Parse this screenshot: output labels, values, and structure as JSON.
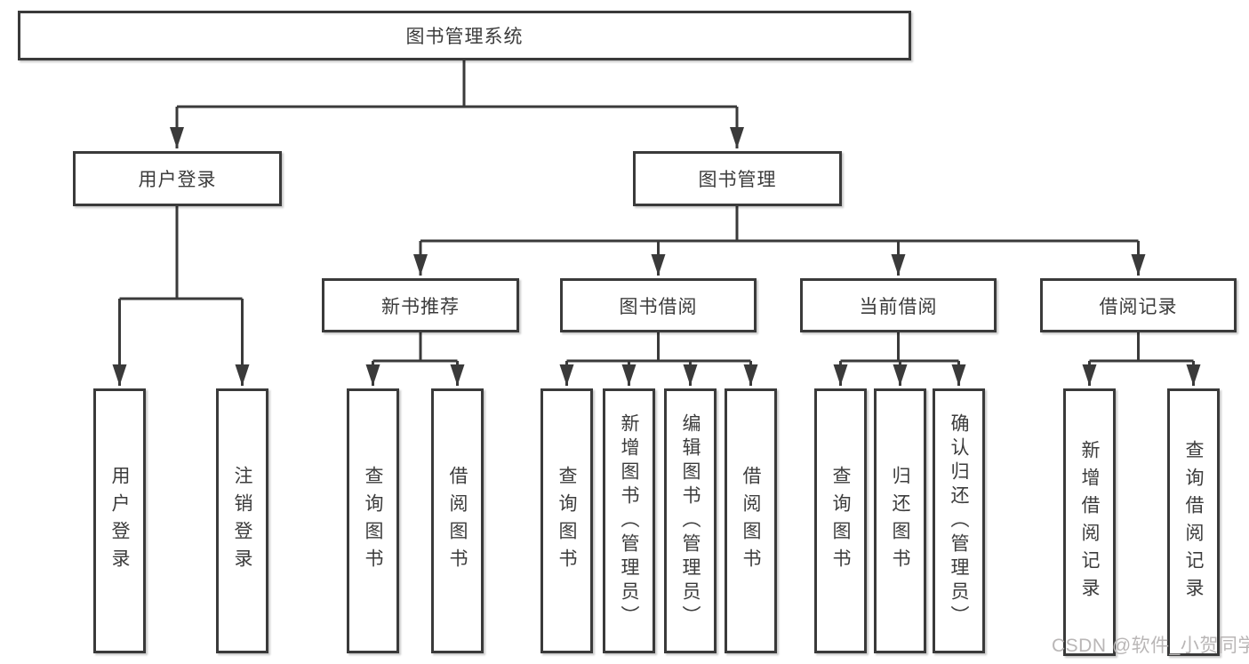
{
  "diagram": {
    "title": "图书管理系统",
    "nodes": {
      "root": {
        "label": "图书管理系统"
      },
      "user_login": {
        "label": "用户登录",
        "children": {
          "login": {
            "label": "用户登录"
          },
          "logout": {
            "label": "注销登录"
          }
        }
      },
      "book_management": {
        "label": "图书管理",
        "children": {
          "new_book_rec": {
            "label": "新书推荐",
            "children": {
              "query_books": {
                "label": "查询图书"
              },
              "borrow_books": {
                "label": "借阅图书"
              }
            }
          },
          "book_borrow": {
            "label": "图书借阅",
            "children": {
              "query_books": {
                "label": "查询图书"
              },
              "add_books": {
                "label": "新增图书（管理员）"
              },
              "edit_books": {
                "label": "编辑图书（管理员）"
              },
              "borrow_books": {
                "label": "借阅图书"
              }
            }
          },
          "current_borrow": {
            "label": "当前借阅",
            "children": {
              "query_books": {
                "label": "查询图书"
              },
              "return_books": {
                "label": "归还图书"
              },
              "confirm_return": {
                "label": "确认归还（管理员）"
              }
            }
          },
          "borrow_records": {
            "label": "借阅记录",
            "children": {
              "add_record": {
                "label": "新增借阅记录"
              },
              "query_record": {
                "label": "查询借阅记录"
              }
            }
          }
        }
      }
    },
    "colors": {
      "line": "#3a3a3a",
      "box_border": "#3a3a3a",
      "box_fill": "#ffffff",
      "text": "#3c3c3c",
      "background": "#ffffff",
      "watermark_text_color": "#b9b6b6"
    }
  },
  "watermark": {
    "text": "CSDN @软件_小贺同学"
  }
}
